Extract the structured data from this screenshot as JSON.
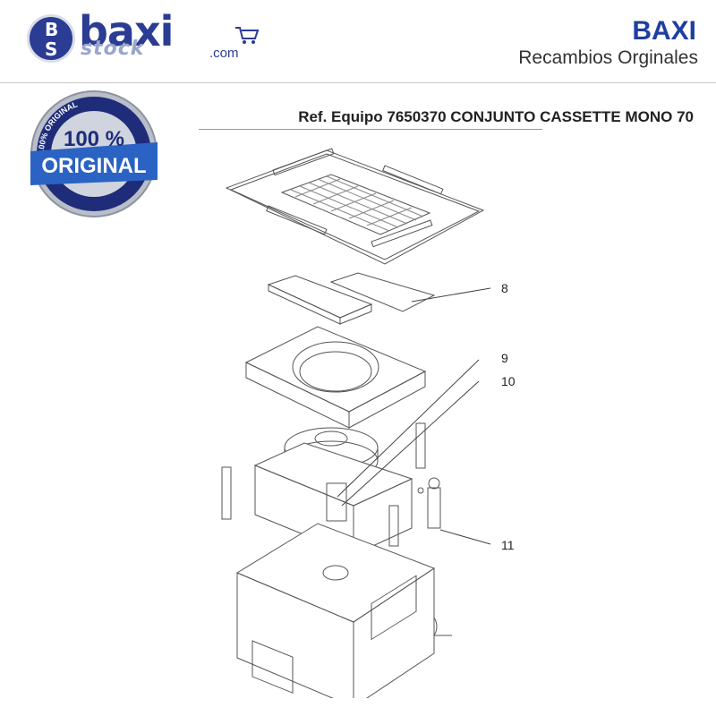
{
  "header": {
    "logo": {
      "initial_top": "B",
      "initial_bottom": "S",
      "word_main": "baxi",
      "word_sub": "stock",
      "domain": ".com"
    },
    "brand": "BAXI",
    "subtitle": "Recambios Orginales"
  },
  "seal": {
    "big_text": "100 %",
    "word": "ORIGINAL",
    "ring_text": "100% ORIGINAL"
  },
  "reference": "Ref. Equipo 7650370 CONJUNTO CASSETTE MONO 70",
  "callouts": [
    {
      "label": "8"
    },
    {
      "label": "9"
    },
    {
      "label": "10"
    },
    {
      "label": "11"
    }
  ],
  "colors": {
    "brand_blue": "#1f3fa0",
    "logo_blue": "#2b3c94",
    "line_gray": "#555555"
  }
}
